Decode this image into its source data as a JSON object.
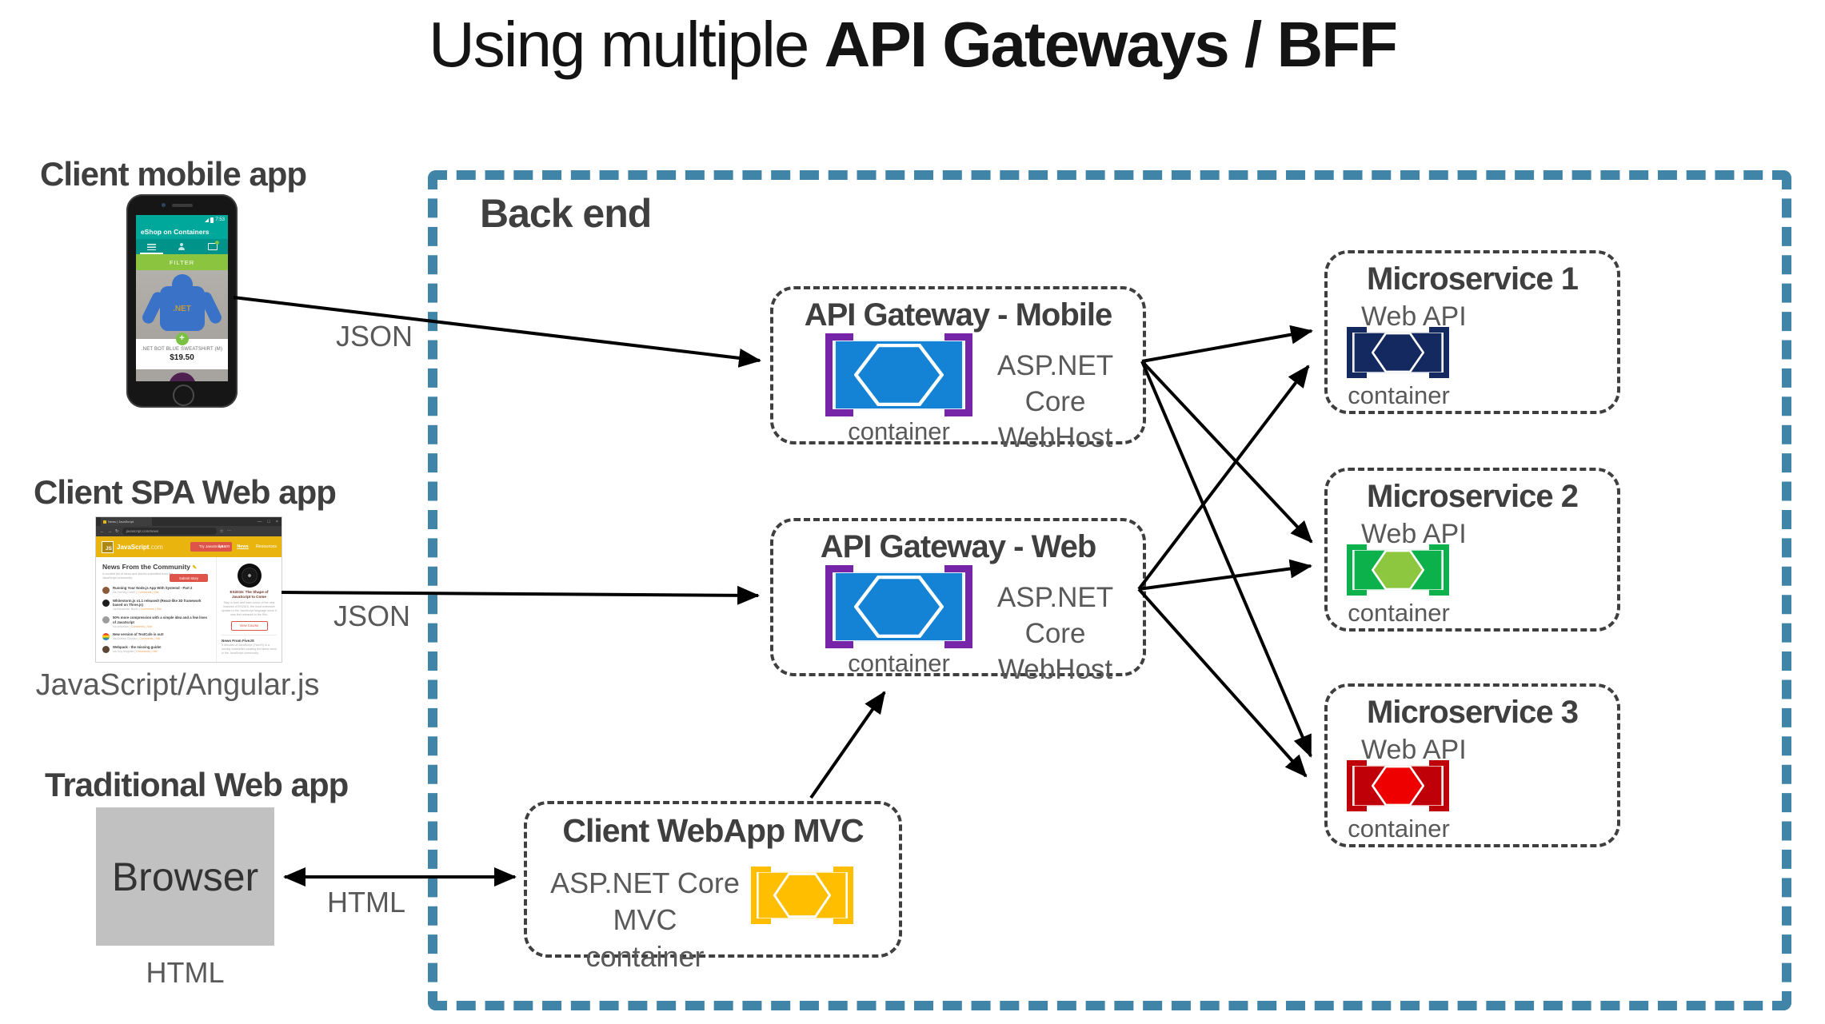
{
  "title": {
    "regular": "Using multiple ",
    "bold": "API Gateways / BFF"
  },
  "labels": {
    "client_mobile": "Client mobile app",
    "client_spa": "Client SPA Web app",
    "client_traditional": "Traditional Web app",
    "spa_caption": "JavaScript/Angular.js",
    "browser_box": "Browser",
    "browser_caption": "HTML",
    "json_mobile": "JSON",
    "json_spa": "JSON",
    "html_arrow": "HTML",
    "backend": "Back end"
  },
  "phone": {
    "status_time": "7:53",
    "app_title": "eShop on Containers",
    "filter": "FILTER",
    "product_logo": ".NET",
    "add_button": "+",
    "product_name": ".NET BOT BLUE SWEATSHIRT (M)",
    "product_price": "$19.50"
  },
  "spa_browser": {
    "tab": "News | JavaScript",
    "window": {
      "min": "—",
      "max": "□",
      "close": "×"
    },
    "nav_back": "←",
    "nav_fwd": "→",
    "nav_reload": "↻",
    "url": "javascript.com/news",
    "star": "☆",
    "more": "⋯",
    "logo": "JS",
    "brand": "JavaScript",
    "brand_suffix": ".com",
    "nav": {
      "try": "Try JavaScript",
      "learn": "Learn",
      "news": "News",
      "resources": "Resources"
    },
    "heading": "News From the Community",
    "pen_icon": "✎",
    "subheading": "A curated list of news and stories submitted from the JavaScript community.",
    "submit": "Submit Story",
    "articles": [
      {
        "title": "Running Your Node.js App With Systemd - Part 2",
        "via": "via Tierney Coren |",
        "links": "Comments | Site"
      },
      {
        "title": "Whitestorm.js v1.1 released! (React-like 3D framework based on Three.js)",
        "via": "via Alexander Buzin |",
        "links": "Comments | Site"
      },
      {
        "title": "50% more compression with a simple idea and a few lines of JavaScript",
        "via": "via arhuman |",
        "links": "Comments | Site"
      },
      {
        "title": "New version of TestCafe is out!",
        "via": "via Andrey Churkin |",
        "links": "Comments | Site"
      },
      {
        "title": "Webpack - the missing guide!",
        "via": "via Guy Mograbi |",
        "links": "Comments | Site"
      }
    ],
    "sidebar": {
      "course_title": "ES2015: The Shape of JavaScript to Come",
      "course_body": "Stay in tune and learn some of the new features of ES2015, the most extensive update to the JavaScript language since it was first released in the 90s.",
      "course_button": "View Course",
      "heading2": "News From FiveJS",
      "body2": "5 Minutes of JavaScript (FiveJS) is a weekly newsletter curating the latest news in the JavaScript community."
    }
  },
  "backend": {
    "gateway_mobile": {
      "title": "API Gateway - Mobile",
      "tech1": "ASP.NET Core",
      "tech2": "WebHost",
      "container": "container"
    },
    "gateway_web": {
      "title": "API Gateway - Web",
      "tech1": "ASP.NET Core",
      "tech2": "WebHost",
      "container": "container"
    },
    "webapp_mvc": {
      "title": "Client WebApp MVC",
      "tech1": "ASP.NET Core MVC",
      "tech2": "container"
    },
    "microservices": [
      {
        "title": "Microservice 1",
        "subtitle": "Web API",
        "container": "container"
      },
      {
        "title": "Microservice 2",
        "subtitle": "Web API",
        "container": "container"
      },
      {
        "title": "Microservice 3",
        "subtitle": "Web API",
        "container": "container"
      }
    ]
  },
  "colors": {
    "backend_border": "#4085A8",
    "gateway_blue": "#1583D5",
    "bracket_purple": "#7625A8",
    "ms1_navy": "#13295F",
    "ms2_green": "#0DB14B",
    "ms2_hexagon": "#8DC63F",
    "ms3_red": "#C00009",
    "ms3_hexagon": "#EE0000",
    "mvc_yellow": "#FFBE00"
  }
}
